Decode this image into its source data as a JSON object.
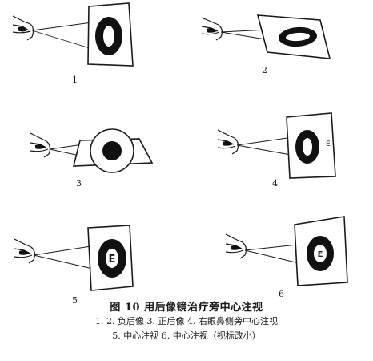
{
  "panels": [
    {
      "label": "1"
    },
    {
      "label": "2"
    },
    {
      "label": "3"
    },
    {
      "label": "4",
      "letter": "E"
    },
    {
      "label": "5",
      "letter": "E"
    },
    {
      "label": "6",
      "letter": "E"
    }
  ],
  "caption": {
    "title": "图 10  用后像镜治疗旁中心注视",
    "line1": "1. 2. 负后像   3. 正后像   4. 右眼鼻侧旁中心注视",
    "line2": "5. 中心注视   6. 中心注视（视标改小）"
  }
}
